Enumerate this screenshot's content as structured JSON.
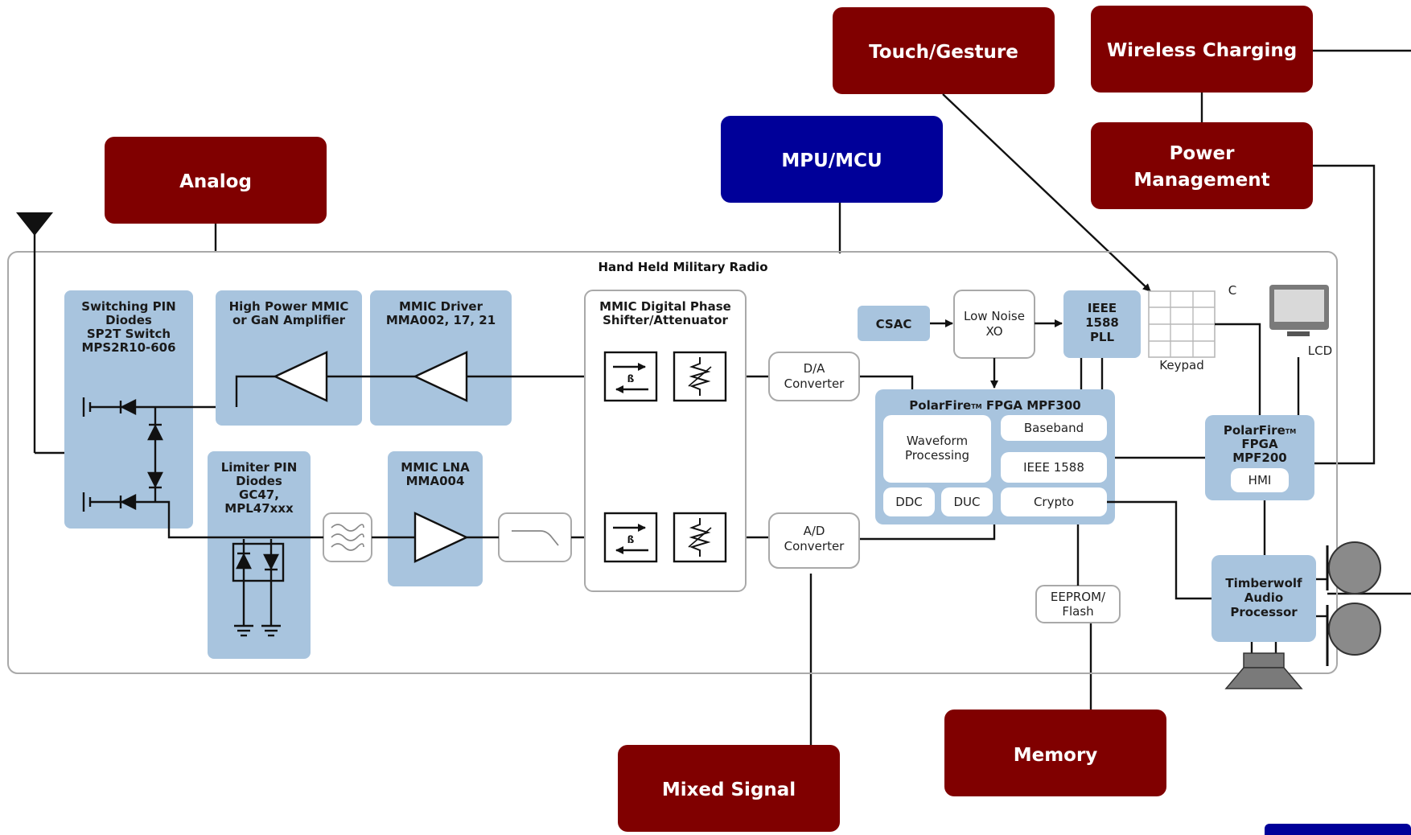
{
  "colors": {
    "analog_category": "#800000",
    "processor_category": "#000099",
    "block_fill": "#a8c4de",
    "wire": "#111111"
  },
  "categories": {
    "analog": "Analog",
    "mpu_mcu": "MPU/MCU",
    "touch_gesture": "Touch/Gesture",
    "wireless_charging": "Wireless Charging",
    "power_management": [
      "Power",
      "Management"
    ],
    "mixed_signal": "Mixed Signal",
    "memory": "Memory"
  },
  "diagram": {
    "title": "Hand Held Military Radio",
    "switching_pin_diodes": [
      "Switching PIN",
      "Diodes",
      "SP2T Switch",
      "MPS2R10-606"
    ],
    "high_power_mmic": [
      "High Power MMIC",
      "or GaN Amplifier"
    ],
    "mmic_driver": [
      "MMIC Driver",
      "MMA002, 17, 21"
    ],
    "mmic_phase_shifter": [
      "MMIC Digital Phase",
      "Shifter/Attenuator"
    ],
    "limiter_pin_diodes": [
      "Limiter PIN",
      "Diodes",
      "GC47,",
      "MPL47xxx"
    ],
    "mmic_lna": [
      "MMIC LNA",
      "MMA004"
    ],
    "da_converter": [
      "D/A",
      "Converter"
    ],
    "ad_converter": [
      "A/D",
      "Converter"
    ],
    "csac": "CSAC",
    "low_noise_xo": [
      "Low Noise",
      "XO"
    ],
    "ieee_pll": [
      "IEEE",
      "1588",
      "PLL"
    ],
    "keypad": "Keypad",
    "keypad_c": "C",
    "lcd": "LCD",
    "fpga_mpf300": {
      "title_prefix": "PolarFire",
      "title_tm": "TM",
      "title_suffix": " FPGA MPF300",
      "waveform": [
        "Waveform",
        "Processing"
      ],
      "baseband": "Baseband",
      "ieee1588": "IEEE 1588",
      "ddc": "DDC",
      "duc": "DUC",
      "crypto": "Crypto"
    },
    "fpga_mpf200": {
      "title_prefix": "PolarFire",
      "title_tm": "TM",
      "line2": "FPGA",
      "line3": "MPF200",
      "hmi": "HMI"
    },
    "eeprom_flash": [
      "EEPROM/",
      "Flash"
    ],
    "timberwolf": [
      "Timberwolf",
      "Audio",
      "Processor"
    ],
    "phase_glyph": "ß"
  }
}
